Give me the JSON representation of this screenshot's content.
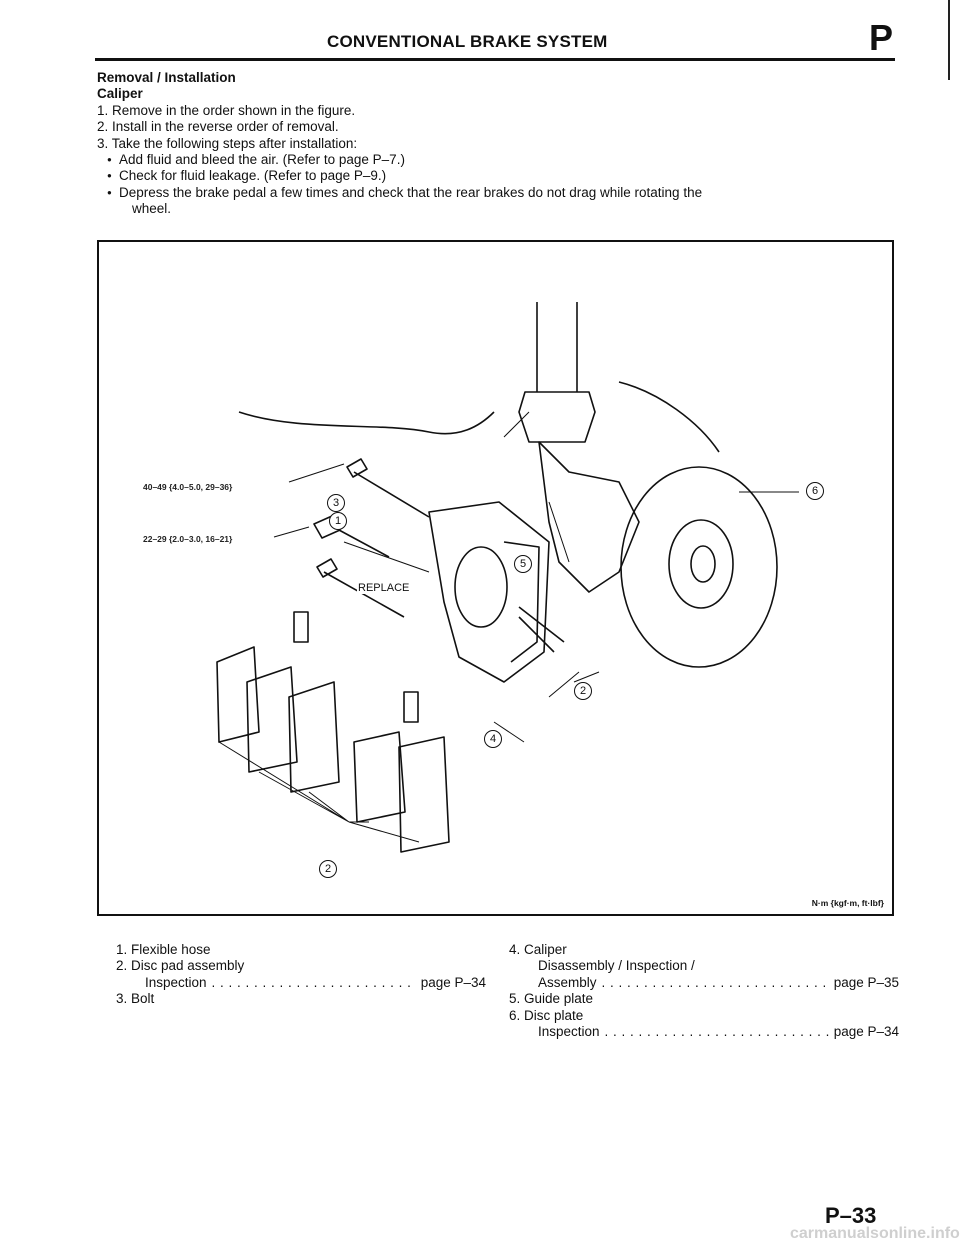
{
  "header": {
    "title": "CONVENTIONAL BRAKE SYSTEM",
    "section": "P"
  },
  "intro": {
    "heading1": "Removal / Installation",
    "heading2": "Caliper",
    "steps": [
      "1. Remove in the order shown in the figure.",
      "2. Install in the reverse order of removal.",
      "3. Take the following steps after installation:"
    ],
    "bullets": [
      "Add fluid and bleed the air. (Refer to page P–7.)",
      "Check for fluid leakage. (Refer to page P–9.)",
      "Depress the brake pedal a few times and check that the rear brakes do not drag while rotating the"
    ],
    "bullet_cont": "wheel."
  },
  "figure": {
    "torque_upper": "40–49 {4.0–5.0, 29–36}",
    "torque_lower": "22–29 {2.0–3.0, 16–21}",
    "replace_label": "REPLACE",
    "units": "N·m {kgf·m, ft·lbf}",
    "callouts": [
      "1",
      "2",
      "3",
      "4",
      "5",
      "6"
    ]
  },
  "legend": {
    "left": {
      "item1": "1. Flexible hose",
      "item2": "2. Disc pad assembly",
      "item2_sub": "Inspection",
      "item2_page": "page P–34",
      "item3": "3. Bolt"
    },
    "right": {
      "item4": "4. Caliper",
      "item4_sub1": "Disassembly / Inspection /",
      "item4_sub2": "Assembly",
      "item4_page": "page P–35",
      "item5": "5. Guide plate",
      "item6": "6. Disc plate",
      "item6_sub": "Inspection",
      "item6_page": "page P–34"
    }
  },
  "footer": {
    "page_number": "P–33",
    "watermark": "carmanualsonline.info"
  }
}
